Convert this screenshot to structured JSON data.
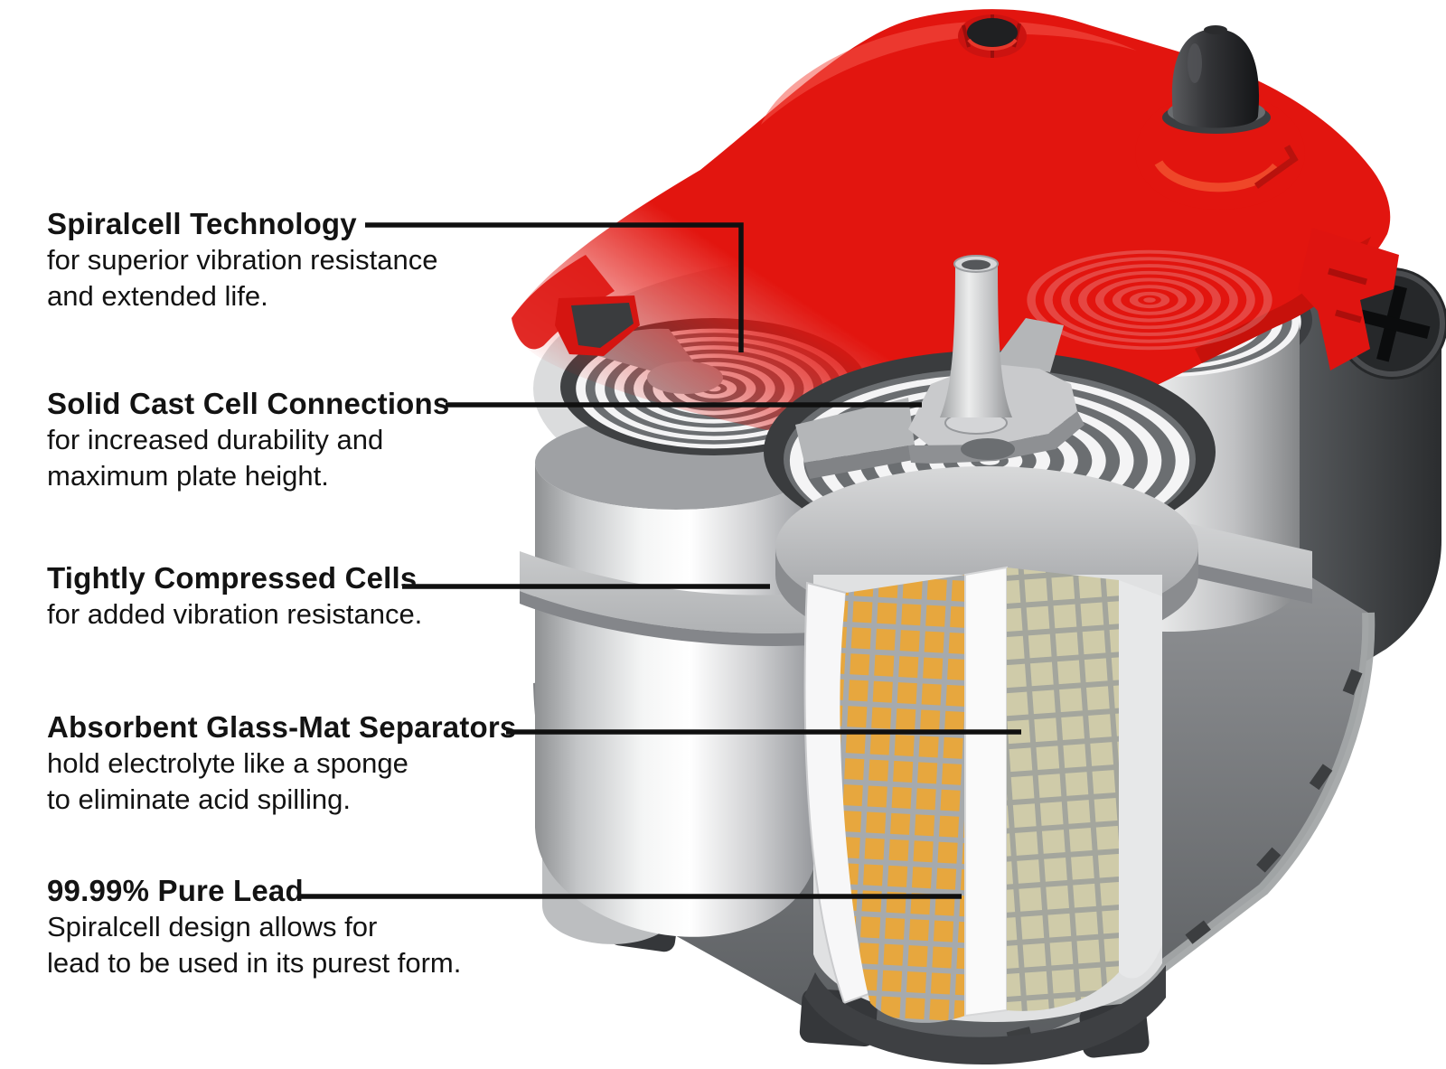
{
  "figure": {
    "type": "annotated-cutaway-diagram",
    "subject": "Spiral-cell automotive battery cutaway (red-top)"
  },
  "labels": [
    {
      "title": "Spiralcell Technology",
      "lines": [
        "for superior vibration resistance",
        "and extended life."
      ]
    },
    {
      "title": "Solid Cast Cell Connections",
      "lines": [
        "for increased durability and",
        "maximum plate height."
      ]
    },
    {
      "title": "Tightly Compressed Cells",
      "lines": [
        "for added vibration resistance."
      ]
    },
    {
      "title": "Absorbent Glass-Mat Separators",
      "lines": [
        "hold electrolyte like a sponge",
        "to eliminate acid spilling."
      ]
    },
    {
      "title": "99.99% Pure Lead",
      "lines": [
        "Spiralcell design allows for",
        "lead to be used in its purest form."
      ]
    }
  ],
  "illustration": {
    "parts": [
      "red-top-cover",
      "filler-cap",
      "terminal-post",
      "terminal-pedestal",
      "side-terminal-screw",
      "spiral-cell-top-left",
      "spiral-cell-top-center",
      "spiral-cell-top-right",
      "solid-cast-cell-connection",
      "vent-tube",
      "cell-plate-band",
      "front-left-cell",
      "right-cell",
      "cutaway-cell",
      "lead-grid",
      "separator",
      "glass-mat",
      "base-tray"
    ]
  },
  "colors": {
    "background": "#ffffff",
    "text": "#131313",
    "leader_line": "#101010",
    "top_red": "#e2150f",
    "case_silver": "#eceded",
    "lead_grid_orange": "#e7a73e",
    "glass_mat_beige": "#cfcba9",
    "mesh_gray": "#a6aaad",
    "base_gray": "#6f7174",
    "terminal_black": "#232426"
  }
}
